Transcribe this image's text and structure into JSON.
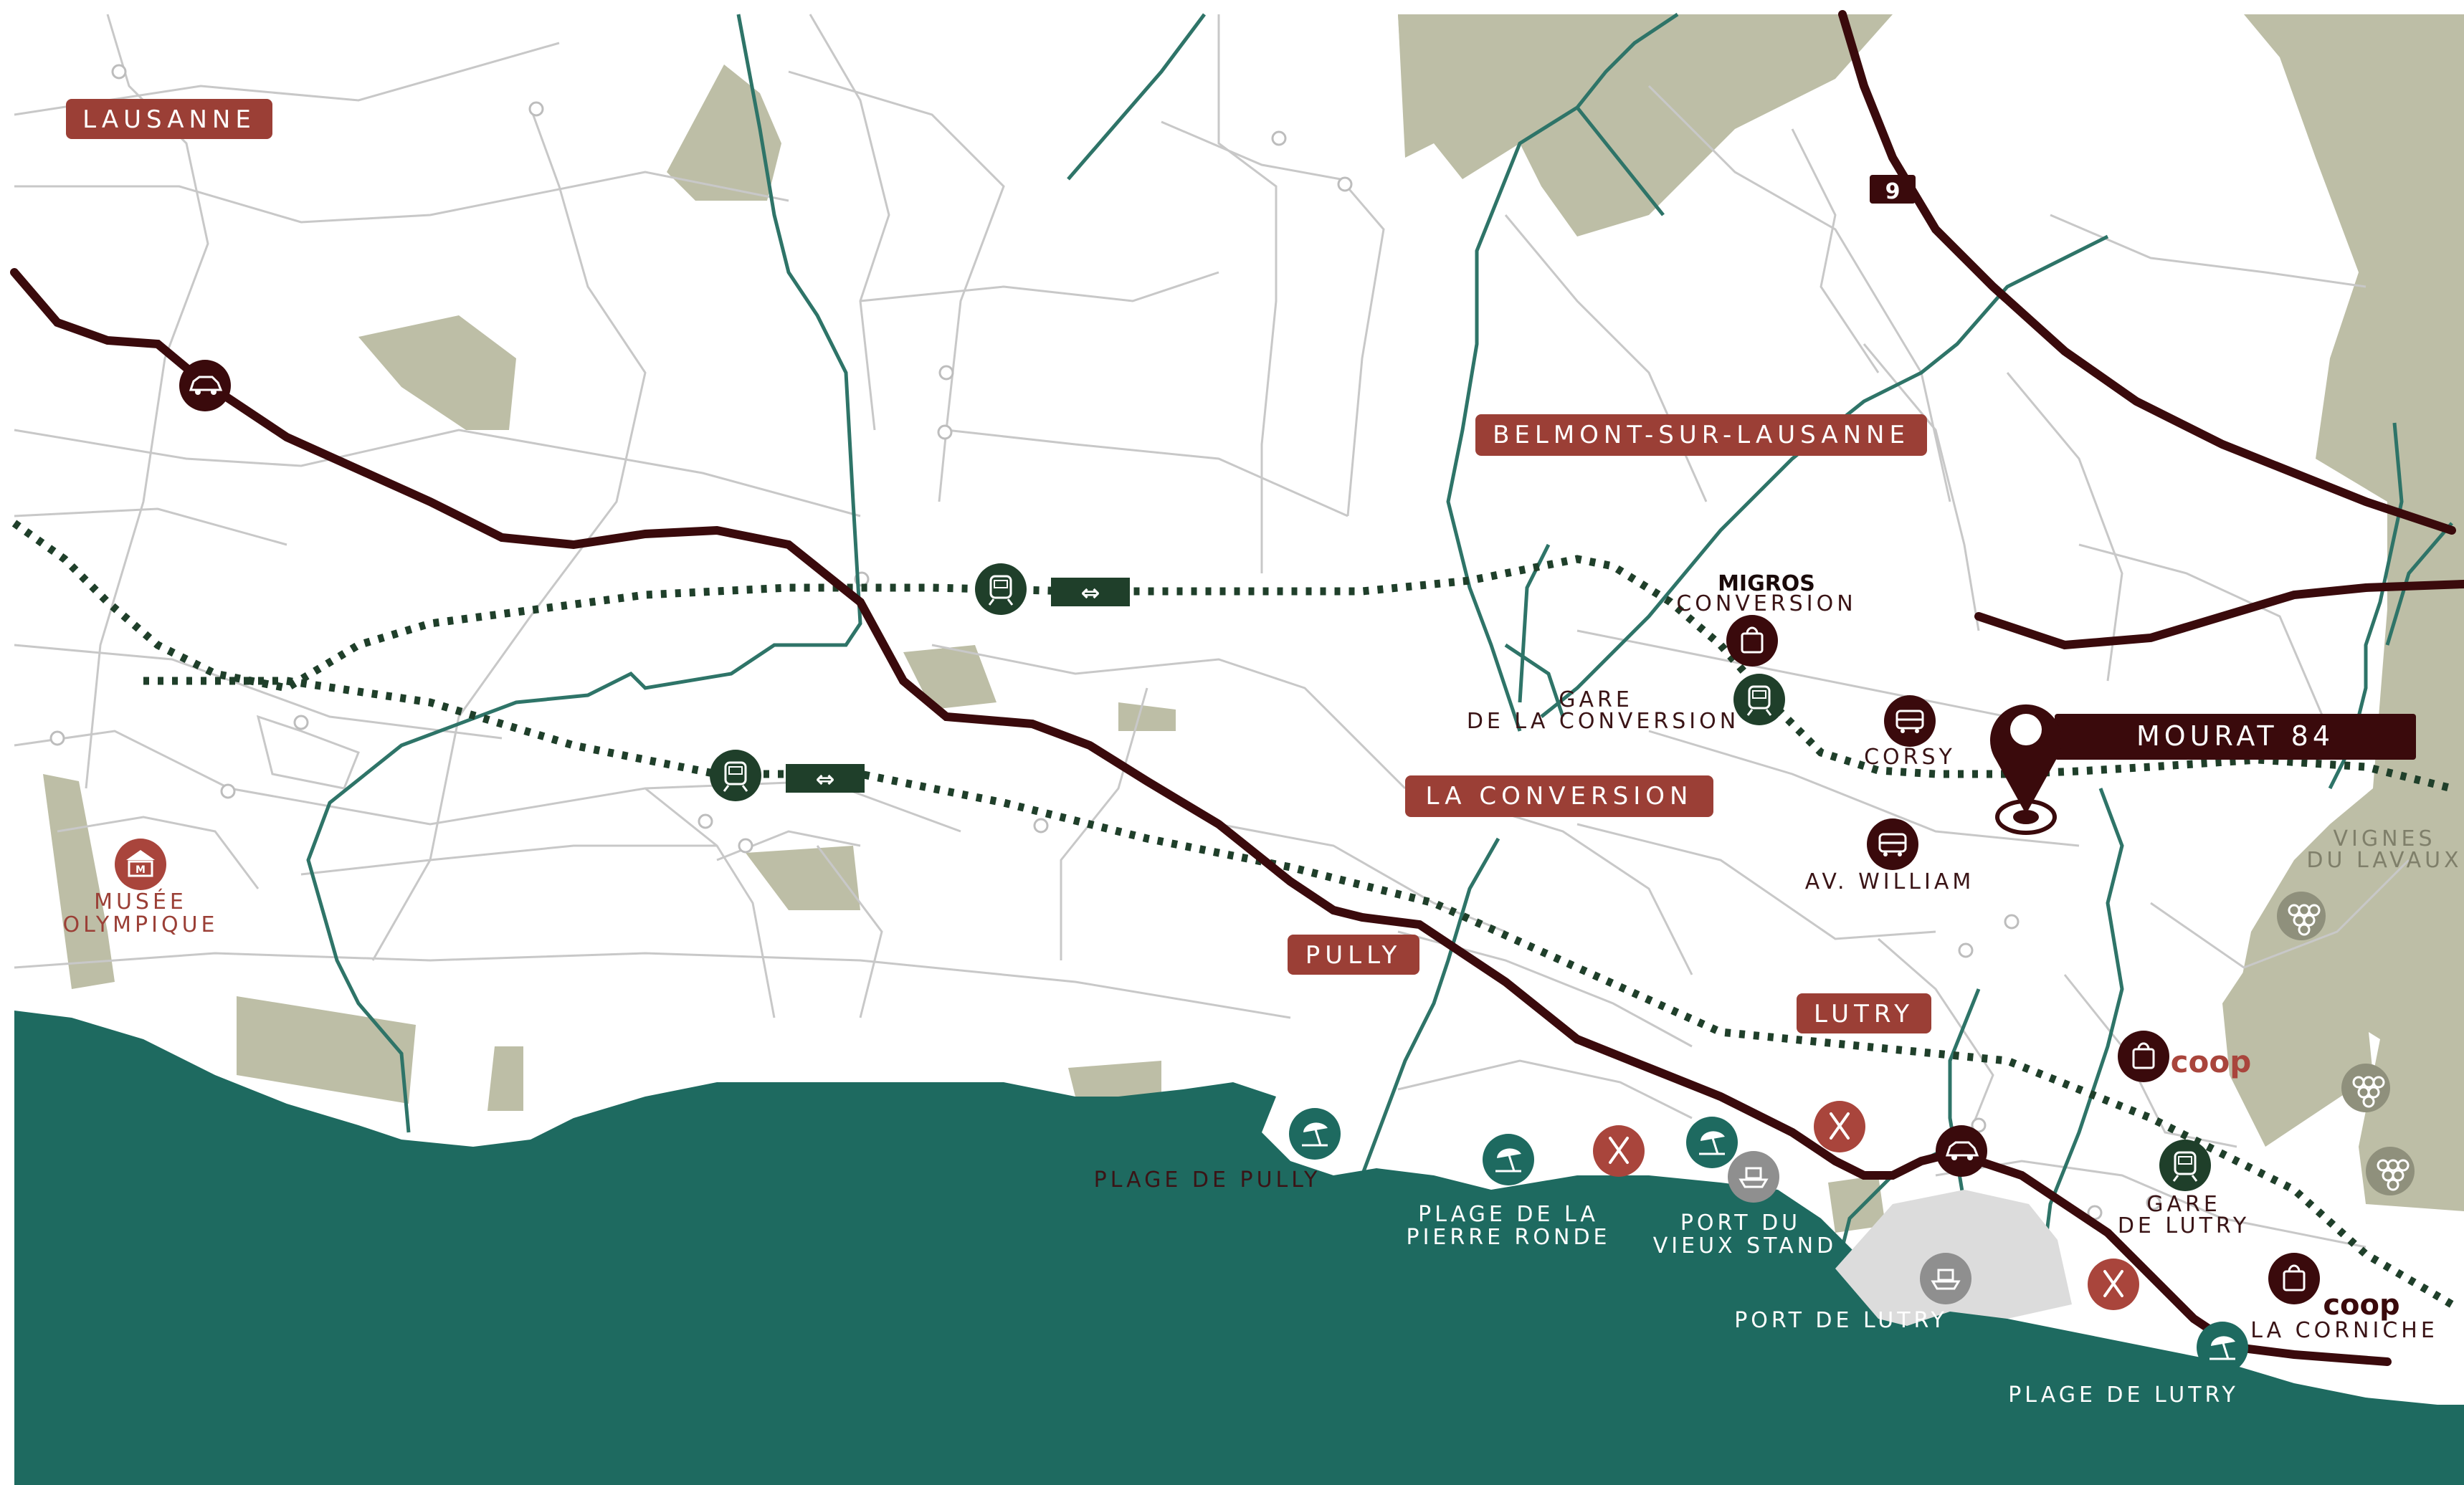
{
  "colors": {
    "lake": "#1e6a60",
    "road": "#3a0a0c",
    "rail": "#1f3f2a",
    "forest": "#bdbea6",
    "stream": "#2e7468",
    "street": "#c8c8c8",
    "label_bg": "#9b3f36",
    "teal_icon": "#1e6a60",
    "red_icon": "#a9453c",
    "dark_icon": "#3a0a0c",
    "train_icon": "#1f3f2a",
    "port": "#dcdcdc"
  },
  "places": {
    "lausanne": "LAUSANNE",
    "belmont": "BELMONT-SUR-LAUSANNE",
    "conversion": "LA CONVERSION",
    "pully": "PULLY",
    "lutry": "LUTRY"
  },
  "highway_number": "9",
  "destination": {
    "label": "MOURAT 84",
    "icon": "map-pin-icon"
  },
  "pois": {
    "musee_1": "MUSÉE",
    "musee_2": "OLYMPIQUE",
    "migros_brand": "MIGROS",
    "migros_name": "CONVERSION",
    "gare_conv_1": "GARE",
    "gare_conv_2": "DE LA CONVERSION",
    "corsy": "CORSY",
    "av_william": "AV. WILLIAM",
    "vignes_1": "VIGNES",
    "vignes_2": "DU LAVAUX",
    "coop_brand": "coop",
    "coop2_brand": "coop",
    "corniche": "LA CORNICHE",
    "gare_lutry_1": "GARE",
    "gare_lutry_2": "DE LUTRY",
    "plage_pully": "PLAGE DE PULLY",
    "plage_pierre_1": "PLAGE DE LA",
    "plage_pierre_2": "PIERRE RONDE",
    "port_vieux_1": "PORT DU",
    "port_vieux_2": "VIEUX STAND",
    "port_lutry": "PORT DE LUTRY",
    "plage_lutry": "PLAGE DE LUTRY",
    "sbb_symbol": "⇔"
  },
  "icons": [
    "car-icon",
    "train-icon",
    "sbb-logo-icon",
    "museum-icon",
    "shopping-bag-icon",
    "bus-icon",
    "beach-umbrella-icon",
    "restaurant-icon",
    "boat-icon",
    "grapes-icon"
  ]
}
